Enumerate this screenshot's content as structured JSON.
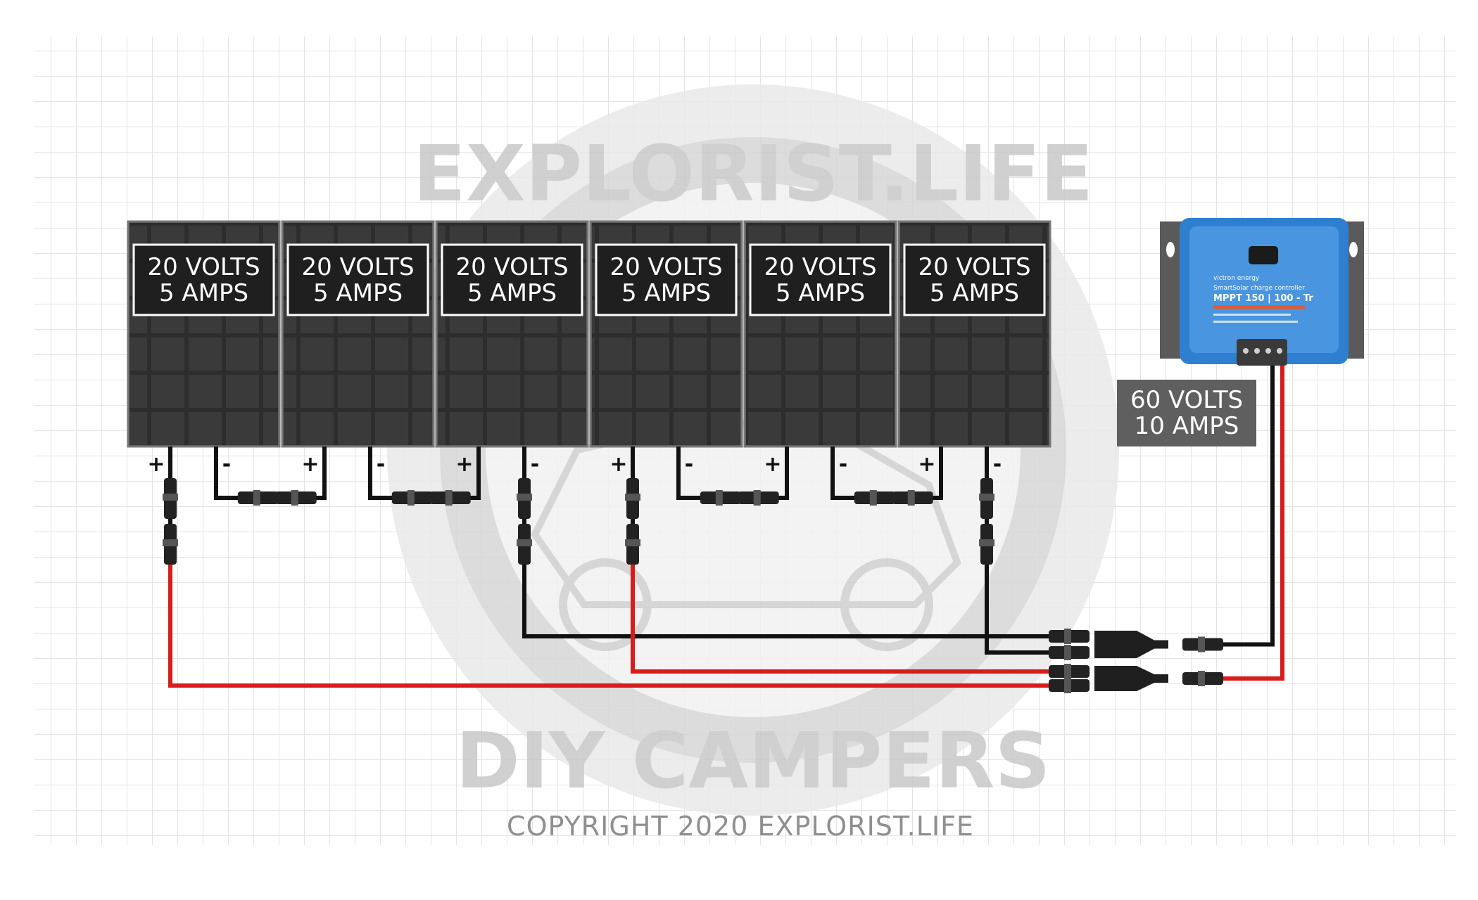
{
  "panels": [
    {
      "volts": "20 VOLTS",
      "amps": "5 AMPS",
      "plus": "+",
      "minus": "-"
    },
    {
      "volts": "20 VOLTS",
      "amps": "5 AMPS",
      "plus": "+",
      "minus": "-"
    },
    {
      "volts": "20 VOLTS",
      "amps": "5 AMPS",
      "plus": "+",
      "minus": "-"
    },
    {
      "volts": "20 VOLTS",
      "amps": "5 AMPS",
      "plus": "+",
      "minus": "-"
    },
    {
      "volts": "20 VOLTS",
      "amps": "5 AMPS",
      "plus": "+",
      "minus": "-"
    },
    {
      "volts": "20 VOLTS",
      "amps": "5 AMPS",
      "plus": "+",
      "minus": "-"
    }
  ],
  "output": {
    "volts": "60 VOLTS",
    "amps": "10 AMPS"
  },
  "controller": {
    "brand": "victron energy",
    "product_line": "SmartSolar charge controller",
    "model": "MPPT 150 | 100 - Tr"
  },
  "watermark": {
    "top": "EXPLORIST.LIFE",
    "bottom": "DIY CAMPERS"
  },
  "copyright": "COPYRIGHT 2020 EXPLORIST.LIFE",
  "colors": {
    "positive_wire": "#d81b1b",
    "negative_wire": "#111111",
    "panel": "#4a4a4a",
    "controller": "#2f7fd1",
    "label_box": "#5f5f5f"
  }
}
